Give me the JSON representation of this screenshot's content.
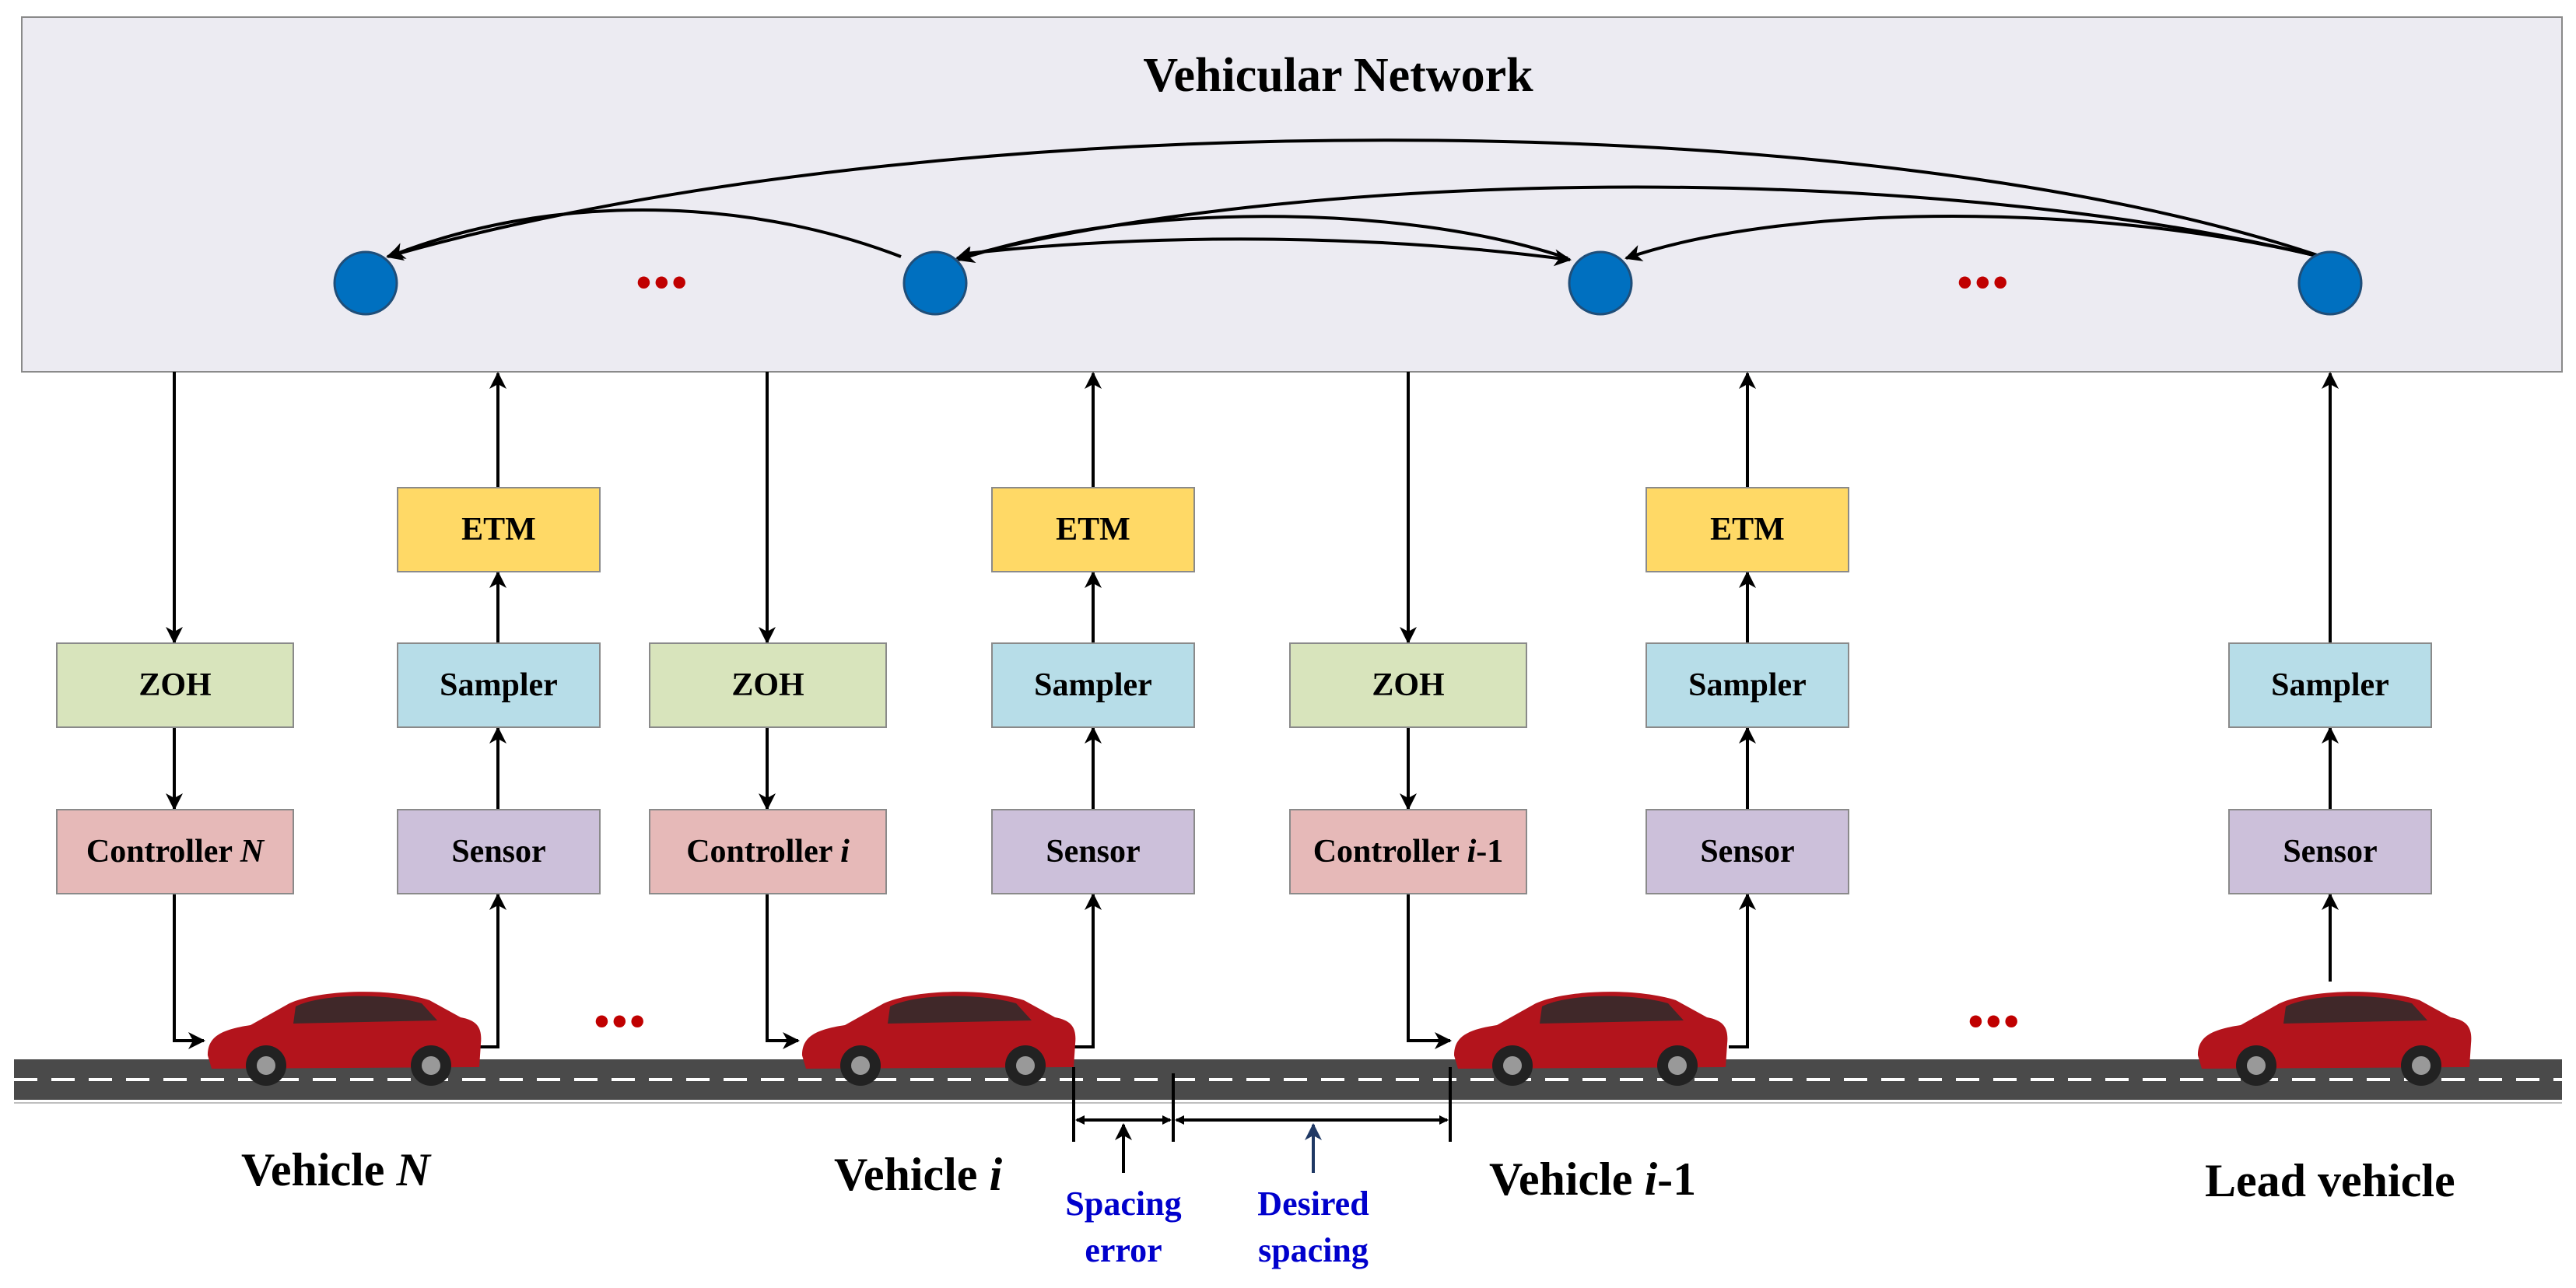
{
  "network": {
    "title": "Vehicular Network",
    "fill": "#ecebf2",
    "node_color": "#0070c0"
  },
  "ellipsis": "•••",
  "columns": [
    {
      "id": "N",
      "controller_label": "Controller ",
      "controller_sub": "N",
      "vehicle_label": "Vehicle ",
      "vehicle_sub": "N"
    },
    {
      "id": "i",
      "controller_label": "Controller ",
      "controller_sub": "i",
      "vehicle_label": "Vehicle ",
      "vehicle_sub": "i"
    },
    {
      "id": "i1",
      "controller_label": "Controller ",
      "controller_sub": "i",
      "controller_suffix": "-1",
      "vehicle_label": "Vehicle ",
      "vehicle_sub": "i",
      "vehicle_suffix": "-1"
    },
    {
      "id": "lead",
      "vehicle_label": "Lead vehicle"
    }
  ],
  "blocks": {
    "etm": "ETM",
    "zoh": "ZOH",
    "sampler": "Sampler",
    "sensor": "Sensor"
  },
  "spacing": {
    "error_line1": "Spacing",
    "error_line2": "error",
    "desired_line1": "Desired",
    "desired_line2": "spacing",
    "annotation_color": "#0000cc"
  },
  "car_color": "#b3141c",
  "road_color": "#4a4a4a"
}
